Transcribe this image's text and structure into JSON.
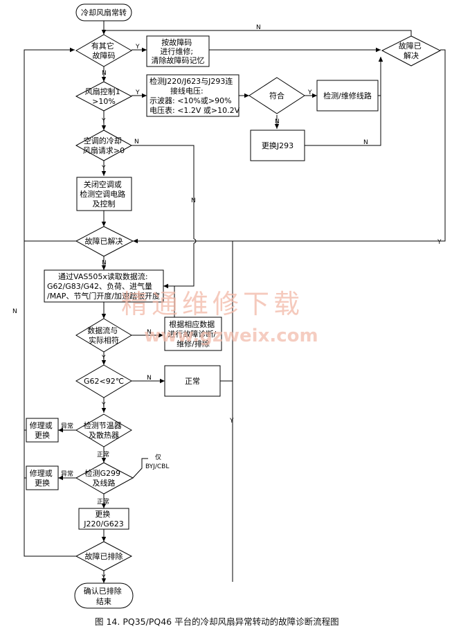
{
  "nodes": {
    "start": "冷却风扇常转",
    "other_codes": [
      "有其它",
      "故障码"
    ],
    "repair_by_code": [
      "按故障码",
      "进行维修;",
      "清除故障码记忆"
    ],
    "fault_solved_top": [
      "故障已",
      "解决"
    ],
    "fan_control": [
      "风扇控制1",
      ">10%"
    ],
    "check_voltage": [
      "检测J220/J623与J293连",
      "接线电压:",
      "示波器:  <10%或>90%",
      "电压表:  <1.2V 或>10.2V"
    ],
    "match": "符合",
    "check_repair_wiring": "检测/维修线路",
    "replace_j293": "更换J293",
    "ac_request": [
      "空调的冷却",
      "风扇请求>0"
    ],
    "close_ac": [
      "关闭空调或",
      "检测空调电路",
      "及控制"
    ],
    "fault_solved_mid": "故障已解决",
    "read_data": [
      "通过VAS505x读取数据流:",
      "G62/G83/G42、负荷、进气量",
      "/MAP、节气门开度/加速踏板开度"
    ],
    "data_match": [
      "数据流与",
      "实际相符"
    ],
    "diagnose_by_data": [
      "根据相应数据",
      "进行故障诊断/",
      "维修/排除"
    ],
    "g62_check": "G62<92℃",
    "normal": "正常",
    "check_thermostat": [
      "检测节温器",
      "及散热器"
    ],
    "repair_or_replace_1": [
      "修理或",
      "更换"
    ],
    "check_g299": [
      "检测G299",
      "及线路"
    ],
    "repair_or_replace_2": [
      "修理或",
      "更换"
    ],
    "only_models": [
      "仅",
      "BYJ/CBL"
    ],
    "replace_j220": [
      "更换",
      "J220/G623"
    ],
    "fault_eliminated": "故障已排除",
    "confirm_end": [
      "确认已排除",
      "结束"
    ]
  },
  "edge_labels": {
    "yes": "Y",
    "no": "N",
    "abnormal": "异常",
    "normal": "正常"
  },
  "caption": "图 14. PQ35/PQ46 平台的冷却风扇异常转动的故障诊断流程图",
  "watermark": {
    "cn": "精通维修下载",
    "url": "www.gzweix.com",
    "color": "#f2b9a8"
  }
}
